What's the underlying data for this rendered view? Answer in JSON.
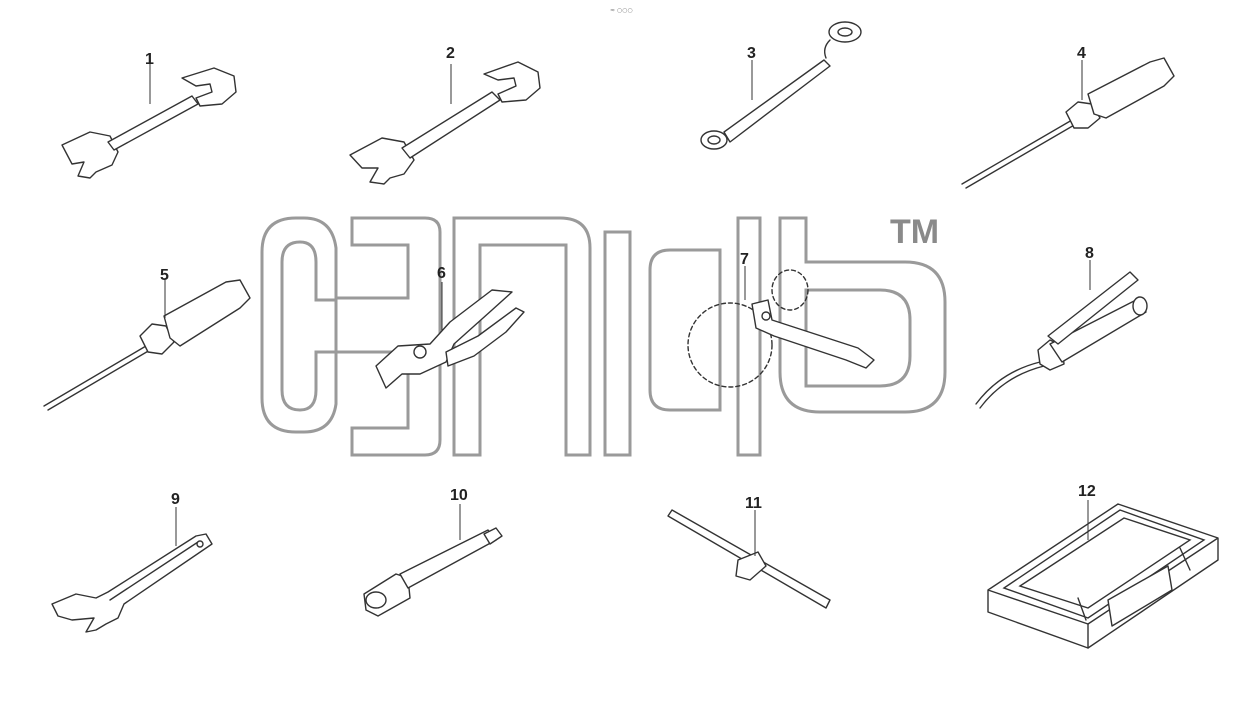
{
  "header": {
    "mark": "≈ ○○○"
  },
  "watermark": {
    "tm": "TM"
  },
  "callouts": [
    {
      "id": "c1",
      "label": "1"
    },
    {
      "id": "c2",
      "label": "2"
    },
    {
      "id": "c3",
      "label": "3"
    },
    {
      "id": "c4",
      "label": "4"
    },
    {
      "id": "c5",
      "label": "5"
    },
    {
      "id": "c6",
      "label": "6"
    },
    {
      "id": "c7",
      "label": "7"
    },
    {
      "id": "c8",
      "label": "8"
    },
    {
      "id": "c9",
      "label": "9"
    },
    {
      "id": "c10",
      "label": "10"
    },
    {
      "id": "c11",
      "label": "11"
    },
    {
      "id": "c12",
      "label": "12"
    }
  ],
  "tools": [
    {
      "label": "1",
      "icon": "open-end-wrench-icon"
    },
    {
      "label": "2",
      "icon": "open-end-wrench-icon"
    },
    {
      "label": "3",
      "icon": "box-end-wrench-icon"
    },
    {
      "label": "4",
      "icon": "screwdriver-icon"
    },
    {
      "label": "5",
      "icon": "screwdriver-icon"
    },
    {
      "label": "6",
      "icon": "pliers-icon"
    },
    {
      "label": "7",
      "icon": "chain-filter-wrench-icon"
    },
    {
      "label": "8",
      "icon": "grease-gun-icon"
    },
    {
      "label": "9",
      "icon": "adjustable-wrench-icon"
    },
    {
      "label": "10",
      "icon": "socket-extension-icon"
    },
    {
      "label": "11",
      "icon": "t-handle-socket-wrench-icon"
    },
    {
      "label": "12",
      "icon": "tool-box-icon"
    }
  ]
}
